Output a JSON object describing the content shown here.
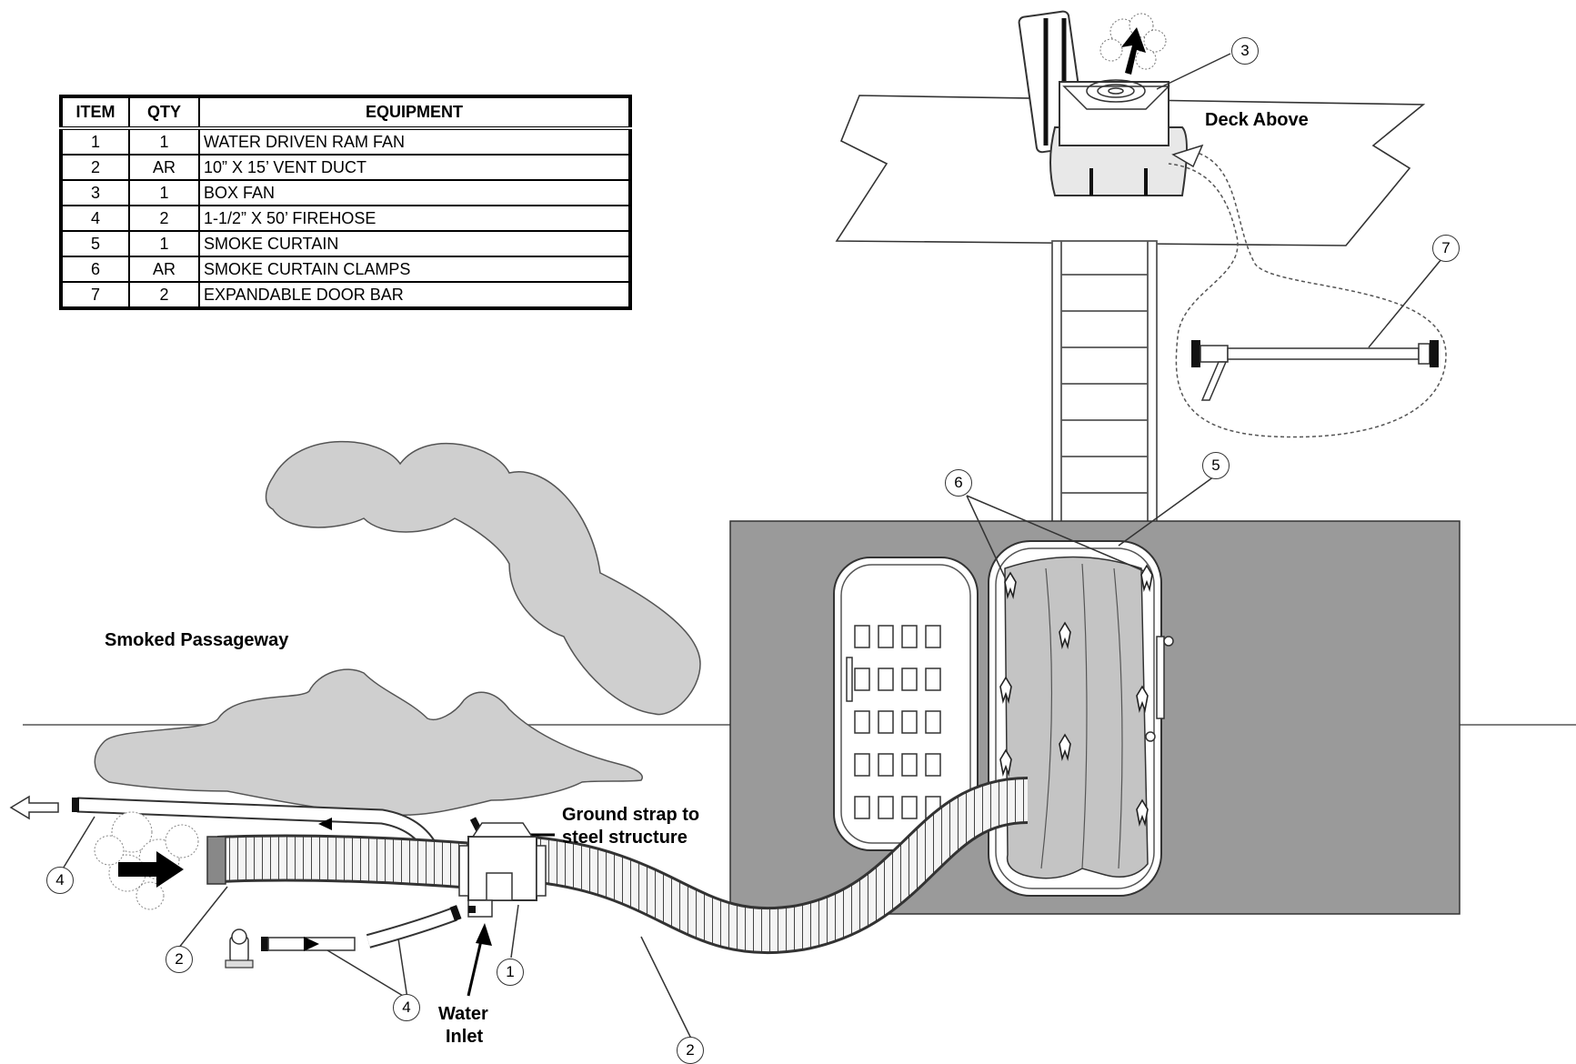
{
  "table": {
    "headers": [
      "ITEM",
      "QTY",
      "EQUIPMENT"
    ],
    "rows": [
      {
        "item": "1",
        "qty": "1",
        "equipment": "WATER DRIVEN RAM FAN"
      },
      {
        "item": "2",
        "qty": "AR",
        "equipment": "10” X 15’ VENT DUCT"
      },
      {
        "item": "3",
        "qty": "1",
        "equipment": "BOX FAN"
      },
      {
        "item": "4",
        "qty": "2",
        "equipment": "1-1/2” X 50’ FIREHOSE"
      },
      {
        "item": "5",
        "qty": "1",
        "equipment": "SMOKE CURTAIN"
      },
      {
        "item": "6",
        "qty": "AR",
        "equipment": "SMOKE CURTAIN CLAMPS"
      },
      {
        "item": "7",
        "qty": "2",
        "equipment": "EXPANDABLE DOOR BAR"
      }
    ]
  },
  "labels": {
    "deck_above": "Deck Above",
    "smoked_passageway": "Smoked Passageway",
    "ground_strap_line1": "Ground strap to",
    "ground_strap_line2": "steel structure",
    "water_inlet_line1": "Water",
    "water_inlet_line2": "Inlet"
  },
  "callouts": {
    "fan_top": "3",
    "door_bar": "7",
    "clamps": "6",
    "curtain": "5",
    "hose_left": "4",
    "duct_left": "2",
    "hose_bottom": "4",
    "ram_fan": "1",
    "duct_bottom": "2"
  },
  "colors": {
    "bulkhead": "#9a9a9a",
    "smoke": "#cfcfcf",
    "curtain": "#c4c4c4",
    "line": "#222222"
  }
}
